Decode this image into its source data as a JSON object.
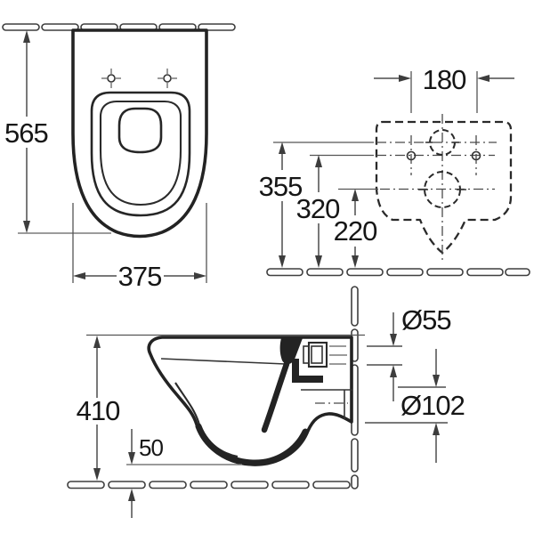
{
  "views": {
    "top": {
      "height": "565",
      "width": "375"
    },
    "rear": {
      "bolt_spacing": "180",
      "inlet_height": "355",
      "bolt_height": "320",
      "outlet_height": "220"
    },
    "side": {
      "depth": "410",
      "clearance": "50",
      "inlet_diameter": "Ø55",
      "outlet_diameter": "Ø102"
    }
  },
  "colors": {
    "background": "#ffffff",
    "object_line": "#232323",
    "dimension_line": "#4d4d4d",
    "text": "#161616"
  }
}
